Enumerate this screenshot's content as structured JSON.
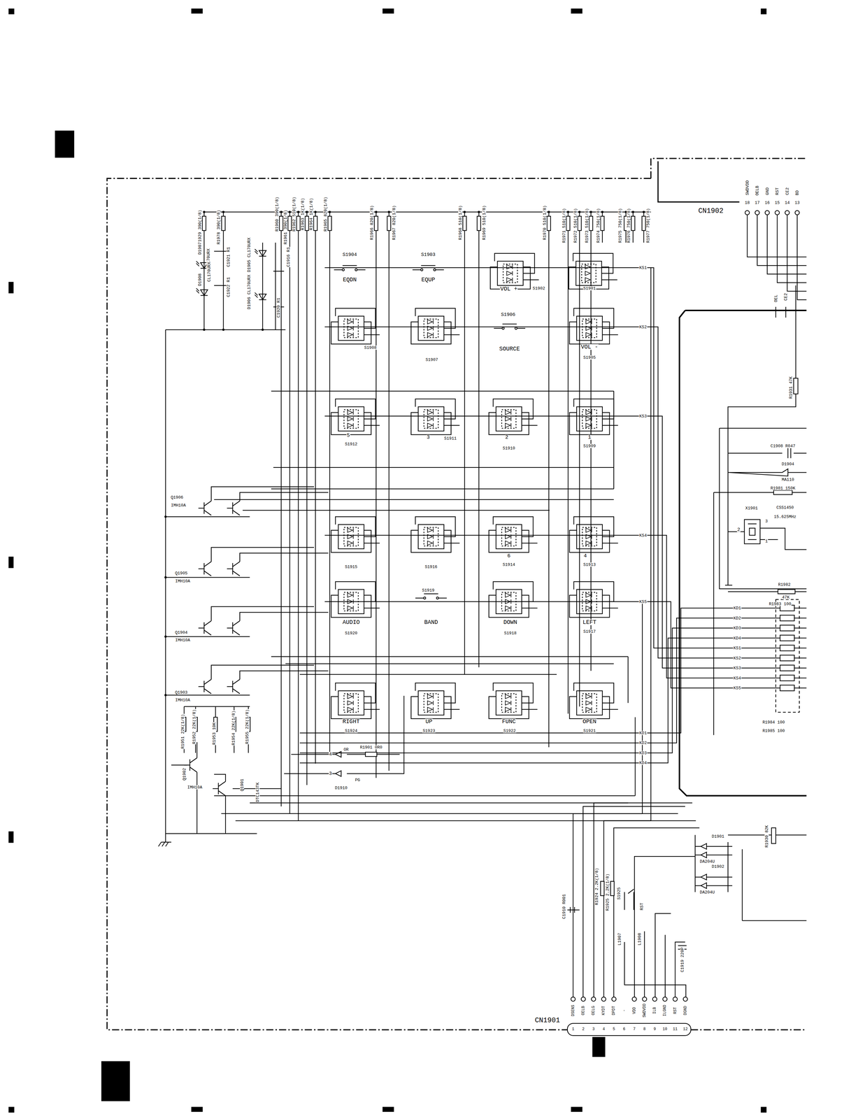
{
  "diagram": {
    "labels": [
      "R1929 390(1/8)",
      "R1978 390(1/8)",
      "D1907",
      "CL170URX",
      "D1908",
      "CL170URX",
      "C1921 R1",
      "C1922 R1",
      "R1960 390(1/8)",
      "R1961 390(1/8)",
      "R1962 510(1/8)",
      "R1963 1K(1/8)",
      "R1964 1K(1/8)",
      "R1965 820(1/8)",
      "D1906 CL170URX D1905 CL170URX",
      "C1916 R1",
      "C1920 R1",
      "R1966 820(1/8)",
      "R1967 820(1/8)",
      "R1968 510(1/8)",
      "R1969 510(1/8)",
      "R1970 510(1/8)",
      "R1971 510(1/8)",
      "R1972 510(1/8)",
      "R1973 510(1/8)",
      "R1974 750(1/8)",
      "R1975 750(1/8)",
      "R1976 750(1/8)",
      "R1977 750(1/8)",
      "S1904",
      "EQDN",
      "S1903",
      "EQUP",
      "VOL +",
      "S1902",
      "S1901",
      "S1908",
      "S1907",
      "S1906",
      "SOURCE",
      "VOL -",
      "S1905",
      "5",
      "S1912",
      "3",
      "S1911",
      "2",
      "S1910",
      "1",
      "S1909",
      "S1915",
      "S1916",
      "6",
      "S1914",
      "4",
      "S1913",
      "S1919",
      "AUDIO",
      "BAND",
      "DOWN",
      "LEFT",
      "S1920",
      "S1918",
      "S1917",
      "RIGHT",
      "UP",
      "FUNC",
      "OPEN",
      "S1924",
      "S1923",
      "S1922",
      "S1921",
      "KS1",
      "KS2",
      "KS3",
      "KS4",
      "KS5",
      "KD1",
      "KD2",
      "KD3",
      "KD4",
      "KD1",
      "KD2",
      "KD3",
      "KD4",
      "KS1",
      "KS2",
      "KS3",
      "KS4",
      "KS5",
      "Q1906",
      "IMH10A",
      "Q1905",
      "IMH10A",
      "Q1904",
      "IMH10A",
      "Q1903",
      "IMH10A",
      "R1951 22K(1/8)",
      "R1952 22K(1/8)",
      "R1953 10K",
      "R1954 22K(1/8)",
      "R1955 22K(1/8)",
      "Q1902",
      "IMH10A",
      "Q1901",
      "DTC143TK",
      "4",
      "OR",
      "R1901 0R0",
      "3",
      "PG",
      "D1910",
      "CN1902",
      "18",
      "SWDVDD",
      "17",
      "OELB",
      "16",
      "GND",
      "15",
      "RST",
      "14",
      "CE2",
      "13",
      "BD",
      "OEL",
      "CE2",
      "R1931 47K",
      "C1908 R047",
      "D1904",
      "MA110",
      "R1981 150K",
      "X1901",
      "CSS1450",
      "15.625MHz",
      "3",
      "2",
      "1",
      "R1982",
      "47K",
      "R1983 100",
      "R1984 100",
      "R1985 100",
      "D1901",
      "DA204U",
      "D1902",
      "DA204U",
      "R1930 82K",
      "C1910 R001",
      "R1924 2.2K(1/8)",
      "R1925 2.2K(1/8)",
      "S1925",
      "RST",
      "L1907",
      "L1908",
      "C1919 220P",
      "CN1901",
      "1",
      "2",
      "3",
      "4",
      "5",
      "6",
      "7",
      "8",
      "9",
      "10",
      "11",
      "12",
      "DSENS",
      "OELB",
      "OELG",
      "KYDT",
      "DPDT",
      "-",
      "VDD",
      "SWDVDD",
      "ILB",
      "ILGND",
      "RST",
      "DGND"
    ]
  }
}
